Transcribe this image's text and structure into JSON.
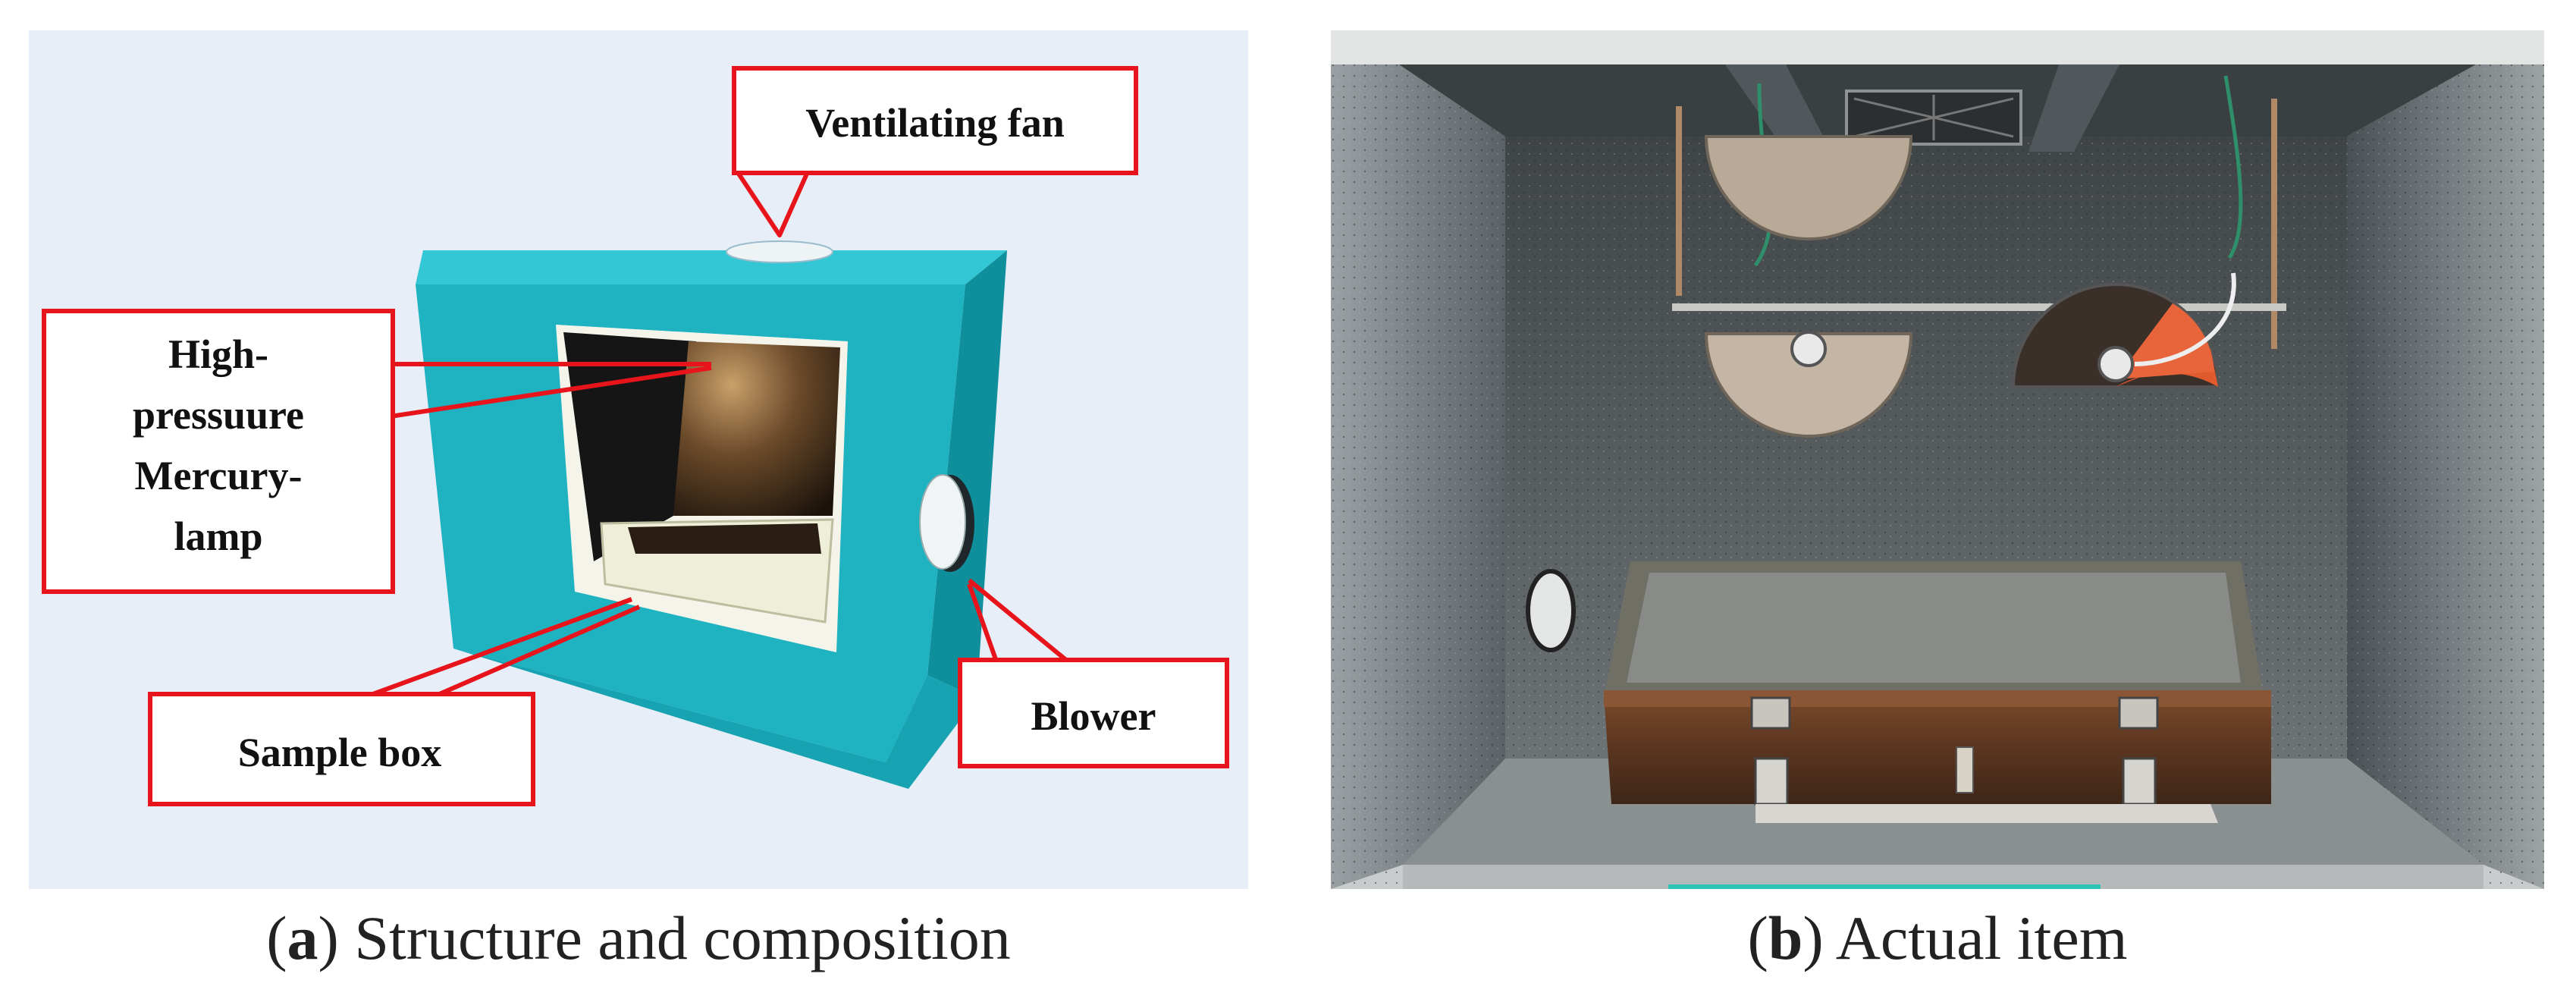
{
  "panel_a": {
    "labels": {
      "ventilating_fan": "Ventilating fan",
      "lamp_line1": "High-",
      "lamp_line2": "pressuure",
      "lamp_line3": "Mercury-",
      "lamp_line4": "lamp",
      "sample_box": "Sample box",
      "blower": "Blower"
    },
    "colors": {
      "box": "#1fb3c2",
      "callout": "#e8141c",
      "background": "#e8eef8"
    }
  },
  "captions": {
    "a_letter": "a",
    "a_text": "Structure and composition",
    "b_letter": "b",
    "b_text": "Actual item"
  }
}
